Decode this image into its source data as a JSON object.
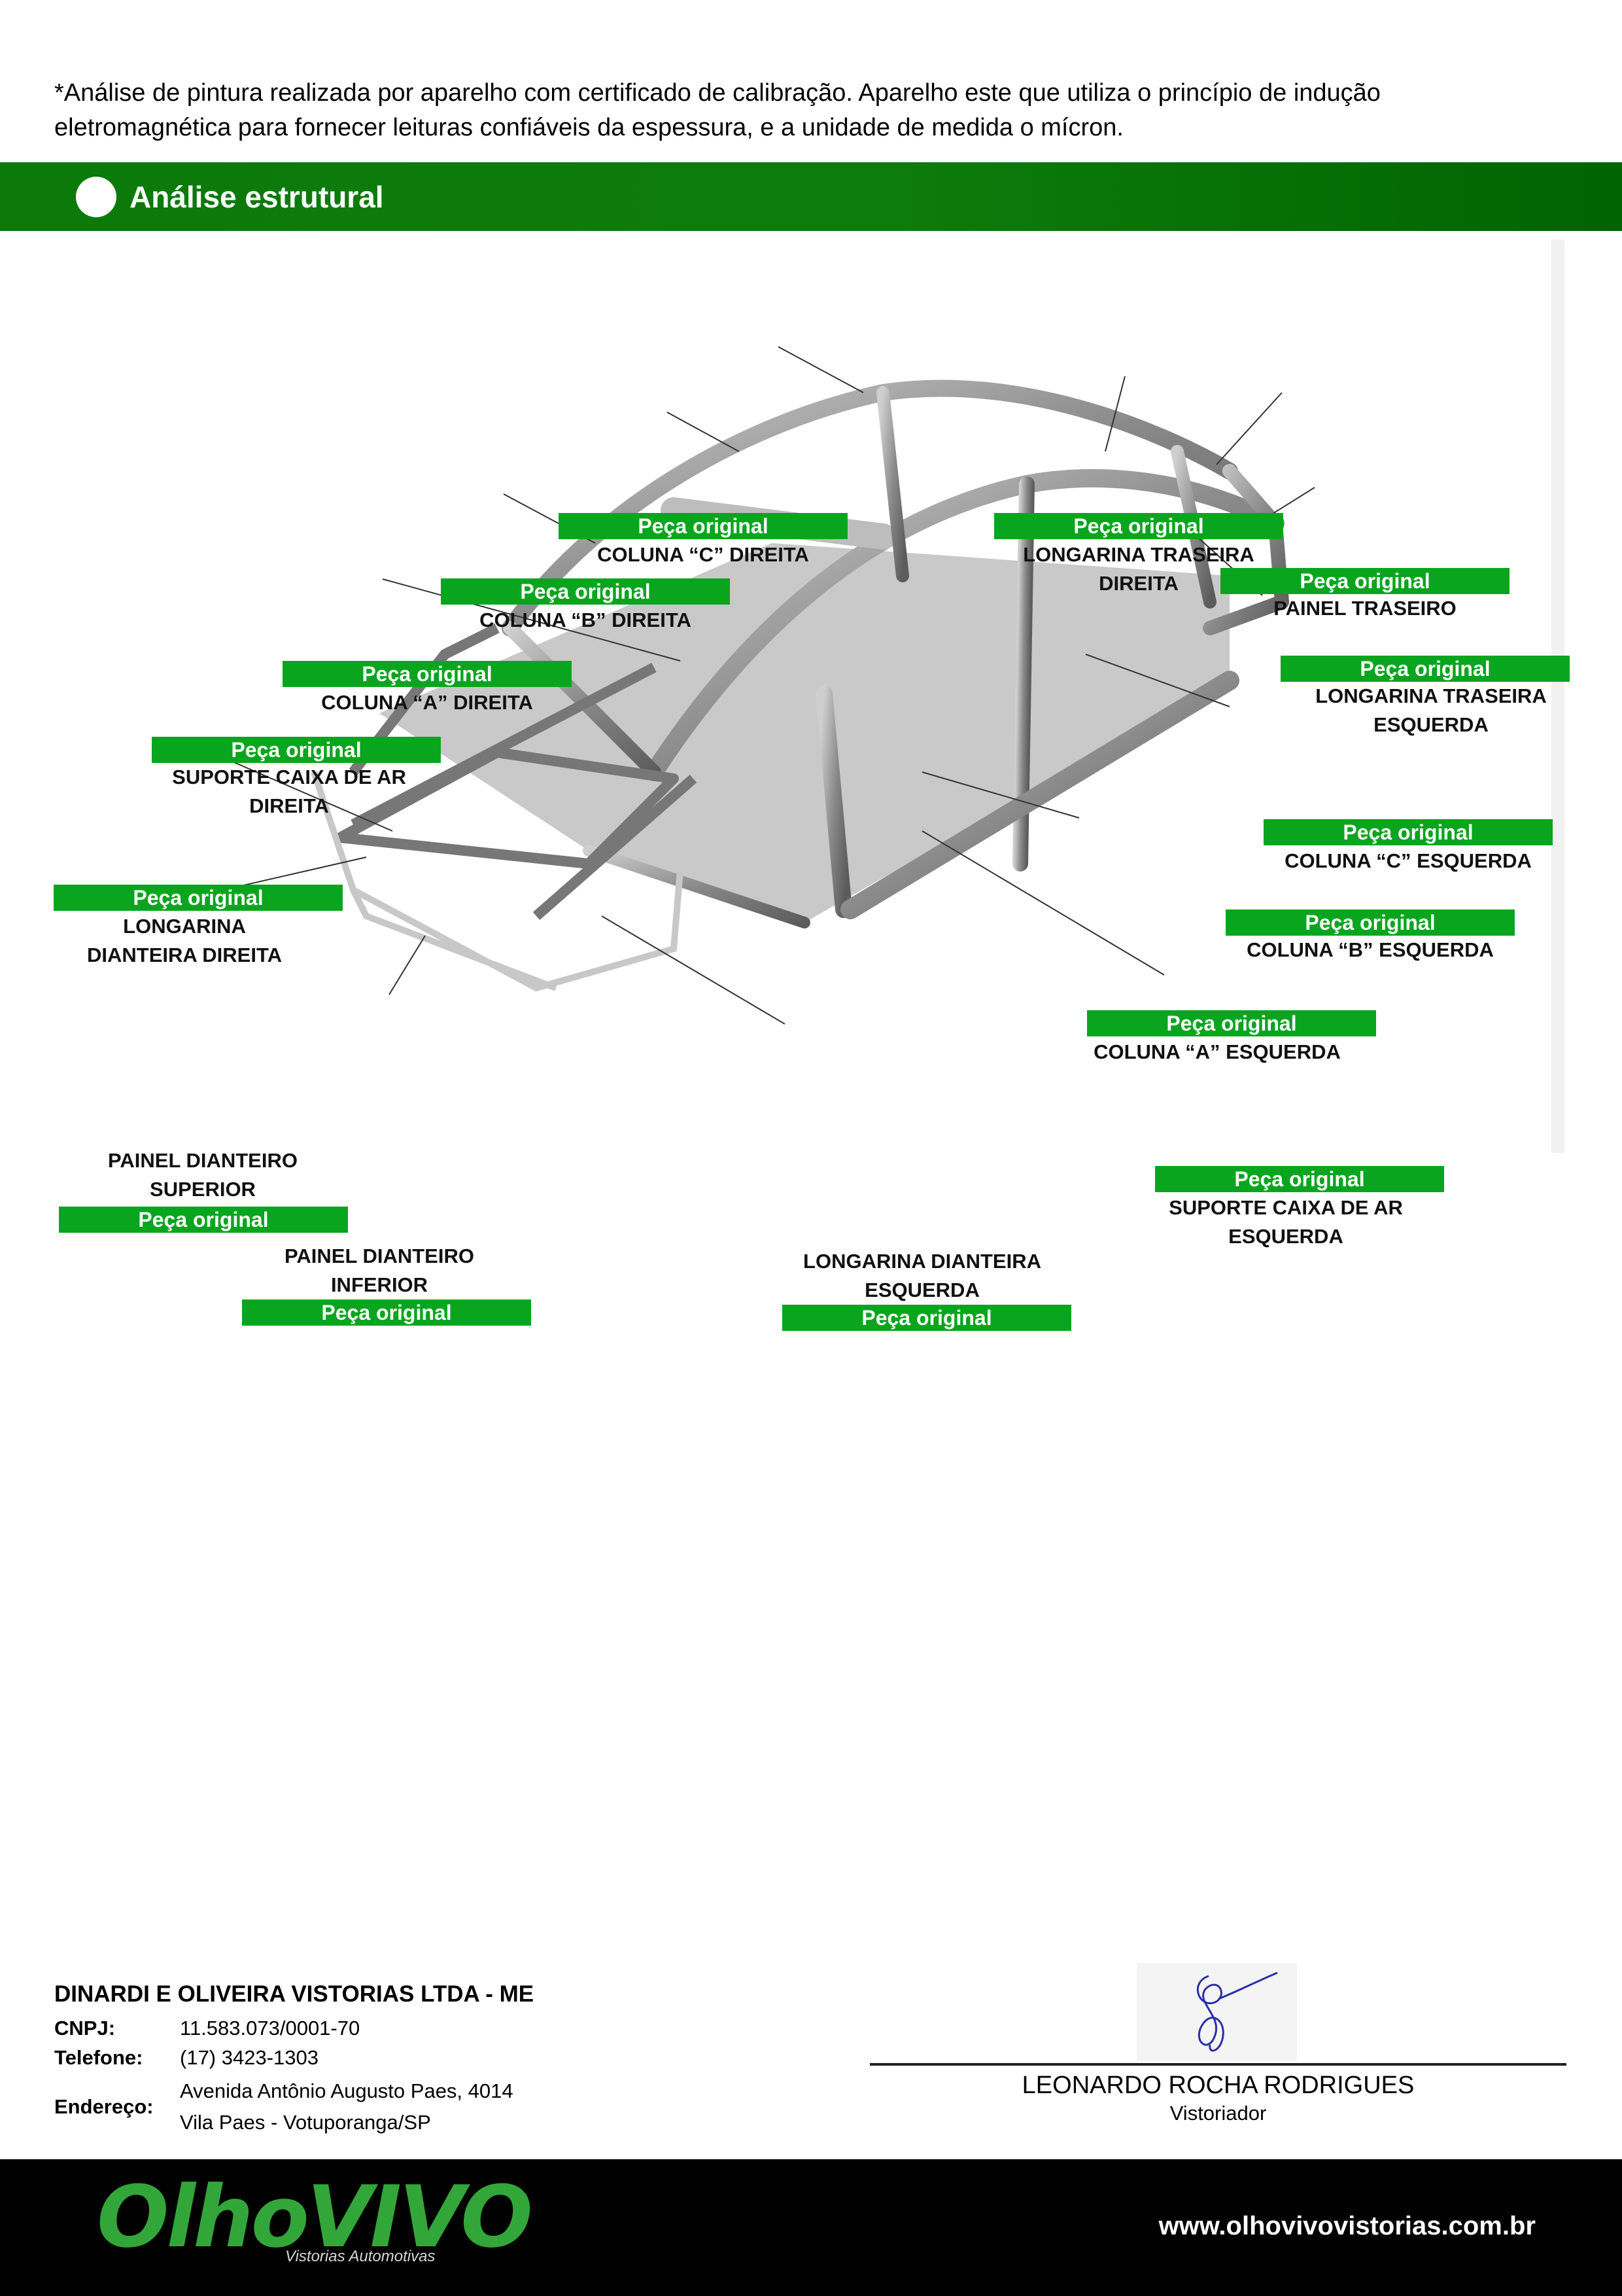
{
  "note": "*Análise de pintura realizada por aparelho com certificado de calibração. Aparelho este que utiliza o princípio de indução eletromagnética para fornecer leituras confiáveis da espessura, e a unidade de medida o mícron.",
  "section_title": "Análise estrutural",
  "parts": [
    {
      "name": "COLUNA “C” DIREITA",
      "status": "Peça original"
    },
    {
      "name": "LONGARINA TRASEIRA DIREITA",
      "status": "Peça original"
    },
    {
      "name": "PAINEL TRASEIRO",
      "status": "Peça original"
    },
    {
      "name": "COLUNA “B” DIREITA",
      "status": "Peça original"
    },
    {
      "name": "LONGARINA TRASEIRA ESQUERDA",
      "status": "Peça original"
    },
    {
      "name": "COLUNA “A” DIREITA",
      "status": "Peça original"
    },
    {
      "name": "SUPORTE CAIXA DE AR DIREITA",
      "status": "Peça original"
    },
    {
      "name": "COLUNA “C” ESQUERDA",
      "status": "Peça original"
    },
    {
      "name": "LONGARINA DIANTEIRA DIREITA",
      "status": "Peça original"
    },
    {
      "name": "COLUNA “B” ESQUERDA",
      "status": "Peça original"
    },
    {
      "name": "COLUNA “A” ESQUERDA",
      "status": "Peça original"
    },
    {
      "name": "PAINEL DIANTEIRO SUPERIOR",
      "status": "Peça original"
    },
    {
      "name": "SUPORTE CAIXA DE AR ESQUERDA",
      "status": "Peça original"
    },
    {
      "name": "PAINEL DIANTEIRO INFERIOR",
      "status": "Peça original"
    },
    {
      "name": "LONGARINA DIANTEIRA ESQUERDA",
      "status": "Peça original"
    }
  ],
  "company": {
    "name": "DINARDI E OLIVEIRA VISTORIAS LTDA - ME",
    "cnpj_label": "CNPJ:",
    "cnpj": "11.583.073/0001-70",
    "phone_label": "Telefone:",
    "phone": "(17) 3423-1303",
    "address_label": "Endereço:",
    "address_line1": "Avenida Antônio Augusto Paes, 4014",
    "address_line2": "Vila Paes - Votuporanga/SP"
  },
  "signature": {
    "name": "LEONARDO ROCHA RODRIGUES",
    "role": "Vistoriador"
  },
  "footer": {
    "logo": "OlhoVIVO",
    "logo_subtitle": "Vistorias Automotivas",
    "website": "www.olhovivovistorias.com.br"
  }
}
